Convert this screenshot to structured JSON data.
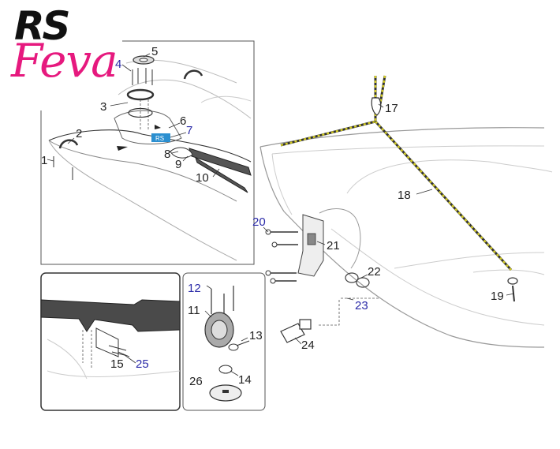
{
  "logo": {
    "brand": "RS",
    "model": "Feva",
    "brand_color": "#111111",
    "model_color": "#e6197e"
  },
  "colors": {
    "line": "#333333",
    "light_line": "#b9b9b9",
    "rope": "#c9c22a",
    "blue_label": "#2a2aa8",
    "dark_part": "#4a4a4a"
  },
  "labels": {
    "l1": "1",
    "l2": "2",
    "l3": "3",
    "l4": "4",
    "l5": "5",
    "l6": "6",
    "l7": "7",
    "l8": "8",
    "l9": "9",
    "l10": "10",
    "l11": "11",
    "l12": "12",
    "l13": "13",
    "l14": "14",
    "l15": "15",
    "l16": "",
    "l17": "17",
    "l18": "18",
    "l19": "19",
    "l20": "20",
    "l21": "21",
    "l22": "22",
    "l23": "23",
    "l24": "24",
    "l25": "25",
    "l26": "26"
  },
  "blue_labels": [
    "4",
    "7",
    "12",
    "20",
    "23",
    "25"
  ],
  "decal_text": "RS"
}
